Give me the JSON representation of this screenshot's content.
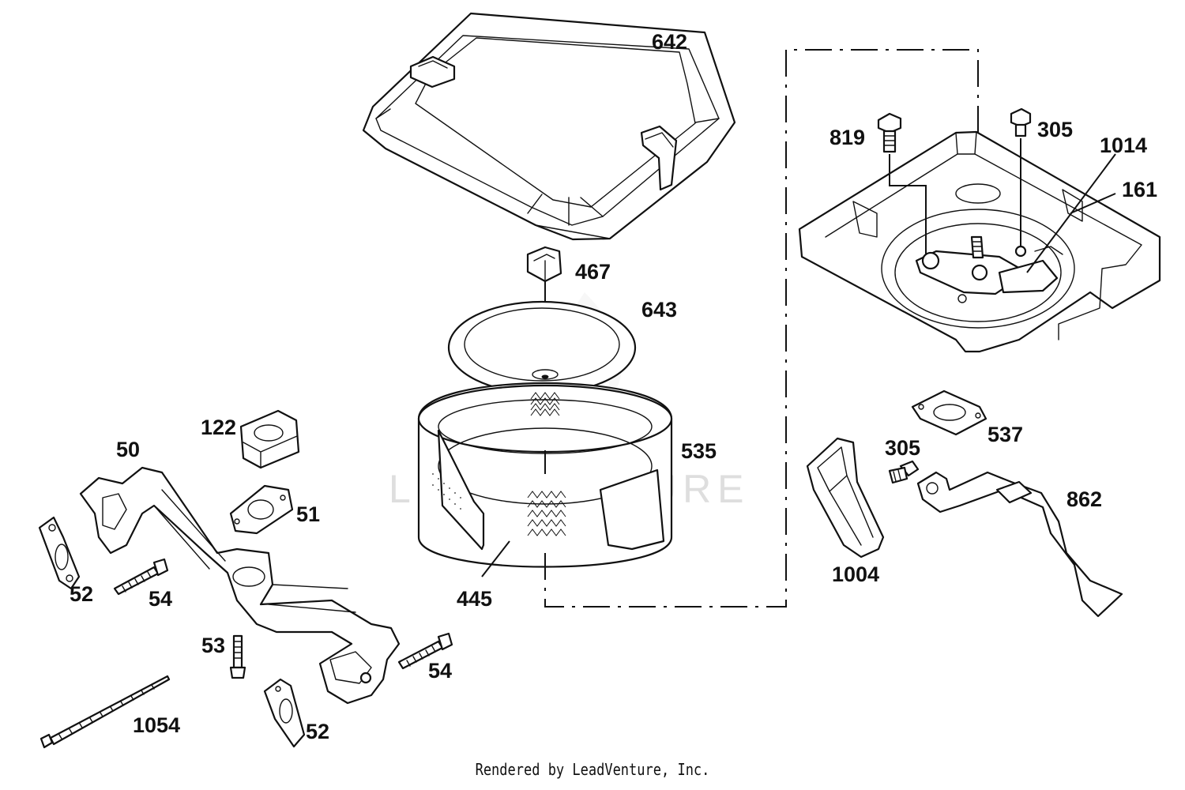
{
  "watermark": "LEADVENTURE",
  "footer": "Rendered by LeadVenture, Inc.",
  "labels": {
    "p642": "642",
    "p467": "467",
    "p643": "643",
    "p535": "535",
    "p445": "445",
    "p819": "819",
    "p305_top": "305",
    "p1014": "1014",
    "p161": "161",
    "p537": "537",
    "p305_mid": "305",
    "p862": "862",
    "p1004": "1004",
    "p122": "122",
    "p50": "50",
    "p51": "51",
    "p52_left": "52",
    "p54_left": "54",
    "p53": "53",
    "p54_right": "54",
    "p1054": "1054",
    "p52_bottom": "52"
  }
}
